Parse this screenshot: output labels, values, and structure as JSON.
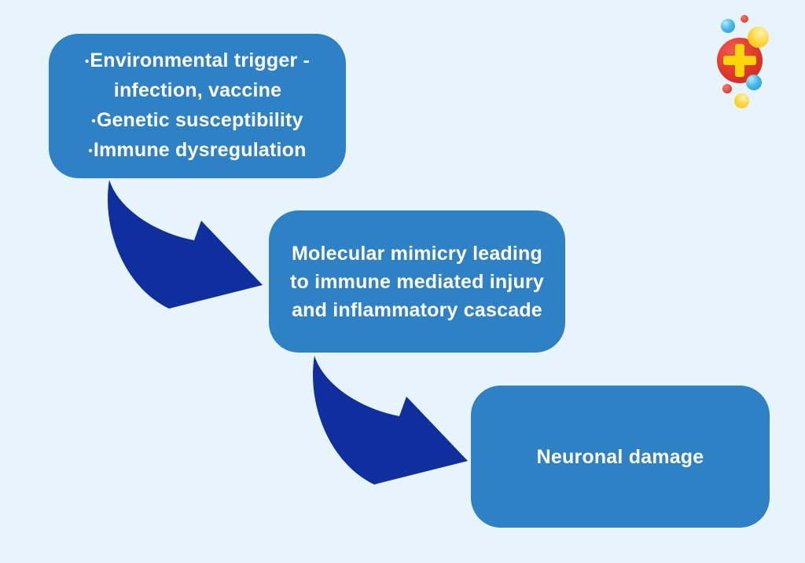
{
  "diagram": {
    "title_hint": "pathogenesis flow diagram",
    "boxes": [
      {
        "id": "trigger",
        "lines": [
          {
            "bullet": "•",
            "text": "Environmental trigger -"
          },
          {
            "bullet": "",
            "text": "infection, vaccine"
          },
          {
            "bullet": "•",
            "text": "Genetic susceptibility"
          },
          {
            "bullet": "•",
            "text": "Immune dysregulation"
          }
        ]
      },
      {
        "id": "mechanism",
        "lines": [
          {
            "bullet": "",
            "text": "Molecular mimicry leading"
          },
          {
            "bullet": "",
            "text": "to immune mediated injury"
          },
          {
            "bullet": "",
            "text": "and inflammatory cascade"
          }
        ]
      },
      {
        "id": "outcome",
        "lines": [
          {
            "bullet": "",
            "text": "Neuronal damage"
          }
        ]
      }
    ],
    "arrows": [
      {
        "from": "trigger",
        "to": "mechanism",
        "style": "curved-swoosh"
      },
      {
        "from": "mechanism",
        "to": "outcome",
        "style": "curved-swoosh"
      }
    ]
  },
  "logo": {
    "description": "red circle with yellow plus surrounded by colored dots",
    "elements": [
      "plus-sign",
      "red-circle",
      "blue-dots",
      "yellow-dots",
      "red-dots"
    ]
  },
  "colors": {
    "background": "#e8f4fc",
    "box": "#2e81c4",
    "boxText": "#ffffff",
    "arrow": "#102f9e",
    "logoRed": "#e23a2e",
    "logoYellow": "#ffd83e",
    "logoBlue": "#45b7e9",
    "plus": "#ffd60a"
  }
}
